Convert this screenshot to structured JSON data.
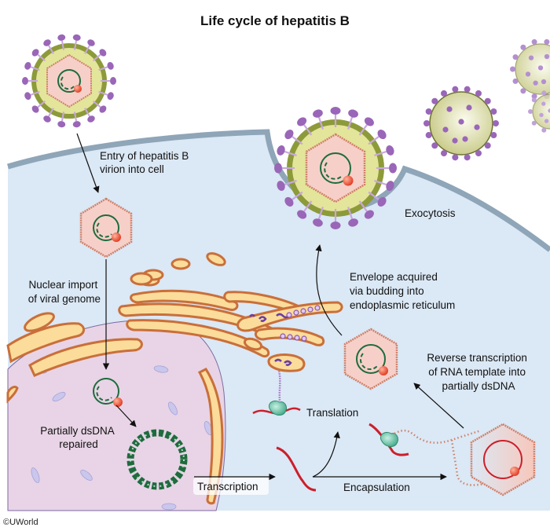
{
  "title": "Life cycle of hepatitis B",
  "copyright": "©UWorld",
  "colors": {
    "cytoplasm": "#dbe8f5",
    "cell_membrane": "#8fa5b8",
    "nucleus": "#e8d4e6",
    "nuclear_envelope": "#c77a45",
    "er_fill": "#fbdc9a",
    "er_stroke": "#c96f3a",
    "capsid_fill": "#f6d0c8",
    "capsid_beads": "#d0806a",
    "envelope_outer": "#8d9a3a",
    "envelope_inner": "#e3e59a",
    "spike": "#9a66b8",
    "dna": "#1f6b3e",
    "rna": "#cc1f2a",
    "polymerase": "#e84a2e",
    "ribosome": "#5bbfa0"
  },
  "steps": [
    {
      "id": "entry",
      "label_lines": [
        "Entry of hepatitis B",
        "virion into cell"
      ]
    },
    {
      "id": "nuclear-import",
      "label_lines": [
        "Nuclear import",
        "of viral genome"
      ]
    },
    {
      "id": "repair",
      "label_lines": [
        "Partially dsDNA",
        "repaired"
      ]
    },
    {
      "id": "transcription",
      "label_lines": [
        "Transcription"
      ]
    },
    {
      "id": "translation",
      "label_lines": [
        "Translation"
      ]
    },
    {
      "id": "encapsulation",
      "label_lines": [
        "Encapsulation"
      ]
    },
    {
      "id": "reverse-transcription",
      "label_lines": [
        "Reverse transcription",
        "of RNA template into",
        "partially dsDNA"
      ]
    },
    {
      "id": "envelope",
      "label_lines": [
        "Envelope acquired",
        "via budding into",
        "endoplasmic reticulum"
      ]
    },
    {
      "id": "exocytosis",
      "label_lines": [
        "Exocytosis"
      ]
    }
  ]
}
